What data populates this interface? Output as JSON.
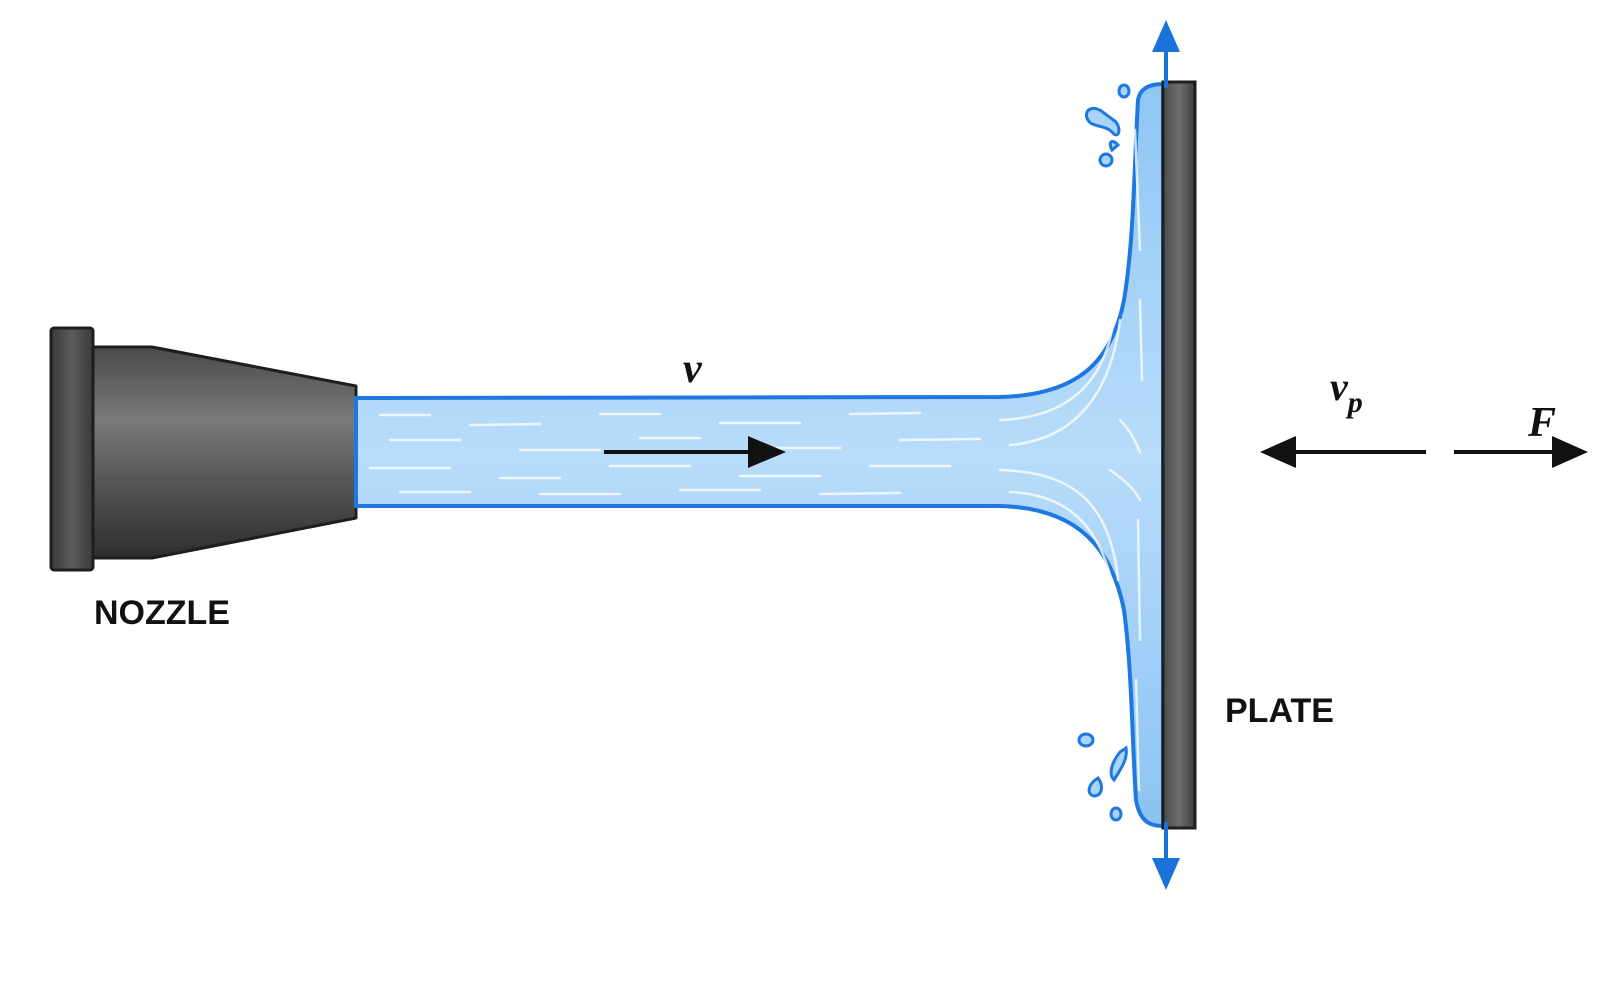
{
  "labels": {
    "nozzle": "NOZZLE",
    "plate": "PLATE",
    "jet_velocity": "v",
    "plate_velocity_main": "v",
    "plate_velocity_subscript": "p",
    "force": "F"
  },
  "colors": {
    "nozzle_dark": "#3a3a3a",
    "nozzle_mid": "#6b6b6b",
    "water_light": "#a8d4f7",
    "water_edge": "#1e78e0",
    "plate": "#5f5f5f",
    "arrow_black": "#111111",
    "arrow_blue": "#1a73d9"
  }
}
